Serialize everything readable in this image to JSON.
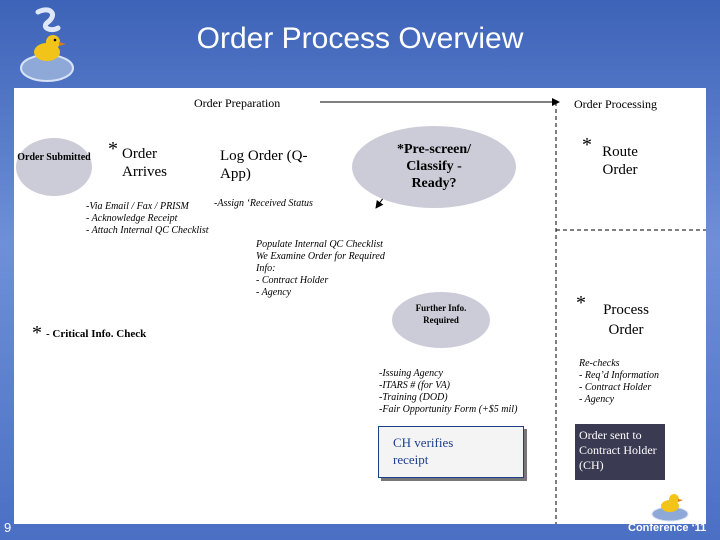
{
  "title": "Order Process Overview",
  "slide_number": "9",
  "footer_label": "Conference ‘11",
  "stage_headers": {
    "preparation": "Order Preparation",
    "processing": "Order Processing"
  },
  "nodes": {
    "order_submitted": "Order Submitted",
    "order_arrives_star": "*",
    "order_arrives": "Order Arrives",
    "log_order": "Log Order (Q-App)",
    "prescreen": "*Pre-screen/ Classify - Ready?",
    "route_order_star": "*",
    "route_order": "Route Order",
    "further_info": "Further Info. Required",
    "process_order_star": "*",
    "process_order": "Process Order",
    "ch_verifies": "CH verifies receipt",
    "order_sent": "Order sent to Contract Holder (CH)"
  },
  "notes": {
    "arrival_methods": [
      "-Via Email / Fax / PRISM",
      "- Acknowledge Receipt",
      "- Attach Internal QC Checklist"
    ],
    "assign_status": "-Assign ‘Received Status",
    "populate_checklist": [
      "Populate Internal QC Checklist",
      "We Examine Order for Required",
      "Info:",
      "- Contract Holder",
      "- Agency"
    ],
    "critical_star": "*",
    "critical_check": "- Critical Info. Check",
    "further_details": [
      "-Issuing Agency",
      "-ITARS # (for VA)",
      "-Training (DOD)",
      "-Fair Opportunity Form (+$5 mil)"
    ],
    "rechecks": [
      "Re-checks",
      "- Req’d Information",
      "- Contract Holder",
      "- Agency"
    ]
  },
  "colors": {
    "background": "#4a6fc4",
    "oval_fill": "#ccccd8",
    "dark_box": "#3a3a52",
    "border_blue": "#1d3f8a"
  },
  "icons": [
    "duck-logo-icon"
  ]
}
